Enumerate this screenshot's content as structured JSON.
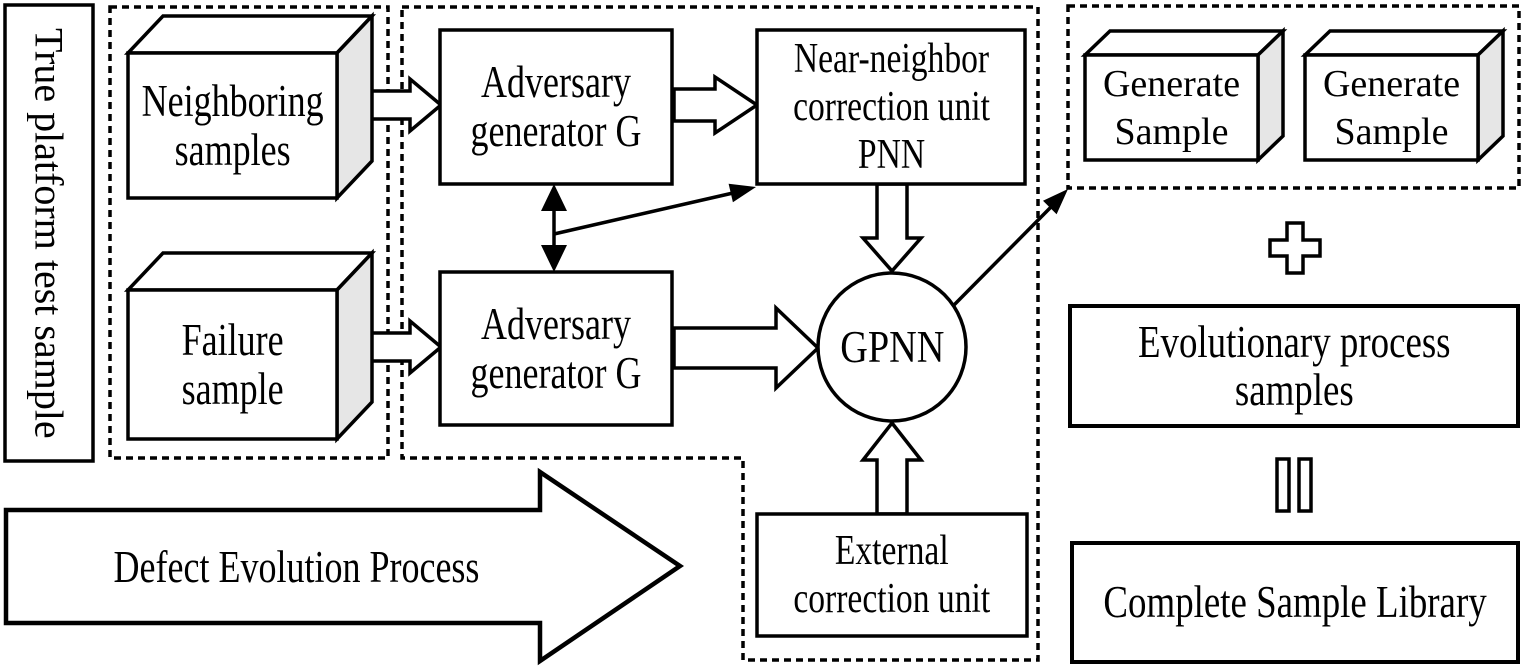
{
  "figure": {
    "left_panel": {
      "label": "True platform test sample"
    },
    "input_group": {
      "neighboring_samples_label": "Neighboring\nsamples",
      "failure_sample_label": "Failure\nsample"
    },
    "gan_group": {
      "adversary_generator_top_label": "Adversary\ngenerator G",
      "near_neighbor_unit_label": "Near-neighbor\ncorrection unit\nPNN",
      "adversary_generator_bottom_label": "Adversary\ngenerator G",
      "gpnn_label": "GPNN",
      "external_correction_label": "External\ncorrection unit"
    },
    "process_arrow_label": "Defect Evolution Process",
    "output_group": {
      "generate_sample_1_label": "Generate\nSample",
      "generate_sample_2_label": "Generate\nSample",
      "plus_icon": "+",
      "evolutionary_samples_label": "Evolutionary process\nsamples",
      "equals_icon": "=",
      "complete_library_label": "Complete Sample Library"
    },
    "colors": {
      "stroke": "#000000",
      "box_fill": "#ffffff",
      "box_side_fill": "#e6e6e6"
    }
  }
}
